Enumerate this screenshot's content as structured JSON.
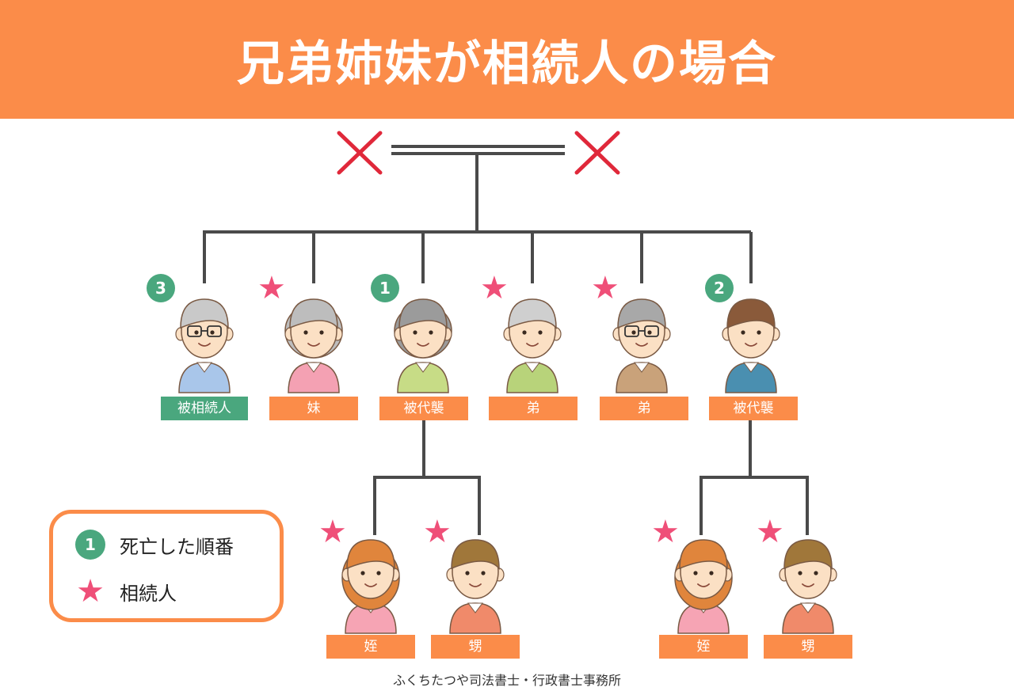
{
  "title": "兄弟姉妹が相続人の場合",
  "parents": {
    "left_mark": "deceased-cross",
    "right_mark": "deceased-cross"
  },
  "siblings": [
    {
      "label": "被相続人",
      "label_style": "green",
      "badge": "3",
      "star": false,
      "person": "elderly-man-glasses",
      "colors": {
        "hair": "#c9c9c9",
        "shirt": "#a9c6ea"
      }
    },
    {
      "label": "妹",
      "label_style": "orange",
      "badge": "",
      "star": true,
      "person": "elderly-woman",
      "colors": {
        "hair": "#bdbdbd",
        "shirt": "#f4a1b3"
      }
    },
    {
      "label": "被代襲",
      "label_style": "orange",
      "badge": "1",
      "star": false,
      "person": "elderly-woman-curly",
      "colors": {
        "hair": "#9b9b9b",
        "shirt": "#c7dc86"
      }
    },
    {
      "label": "弟",
      "label_style": "orange",
      "badge": "",
      "star": true,
      "person": "elderly-man",
      "colors": {
        "hair": "#cfcfcf",
        "shirt": "#b8d37a"
      }
    },
    {
      "label": "弟",
      "label_style": "orange",
      "badge": "",
      "star": true,
      "person": "elderly-man-glasses-suit",
      "colors": {
        "hair": "#a8a8a8",
        "shirt": "#c9a27a"
      }
    },
    {
      "label": "被代襲",
      "label_style": "orange",
      "badge": "2",
      "star": false,
      "person": "middle-aged-man",
      "colors": {
        "hair": "#8a5a3a",
        "shirt": "#4a8fb0"
      }
    }
  ],
  "children": [
    {
      "label": "姪",
      "star": true,
      "person": "young-woman",
      "colors": {
        "hair": "#e0853c",
        "shirt": "#f6a4b4"
      }
    },
    {
      "label": "甥",
      "star": true,
      "person": "young-man",
      "colors": {
        "hair": "#a0773a",
        "shirt": "#f08a6a"
      }
    },
    {
      "label": "姪",
      "star": true,
      "person": "young-woman",
      "colors": {
        "hair": "#e0853c",
        "shirt": "#f6a4b4"
      }
    },
    {
      "label": "甥",
      "star": true,
      "person": "young-man",
      "colors": {
        "hair": "#a0773a",
        "shirt": "#f08a6a"
      }
    }
  ],
  "legend": {
    "badge_number": "1",
    "badge_text": "死亡した順番",
    "star_symbol": "★",
    "star_text": "相続人"
  },
  "footer": "ふくちたつや司法書士・行政書士事務所",
  "colors": {
    "header": "#fb8c49",
    "label_orange": "#fb8c49",
    "label_green": "#4aa77e",
    "badge": "#4aa77e",
    "star": "#ef4f78",
    "cross": "#e0283a",
    "line": "#4a4a4a"
  }
}
